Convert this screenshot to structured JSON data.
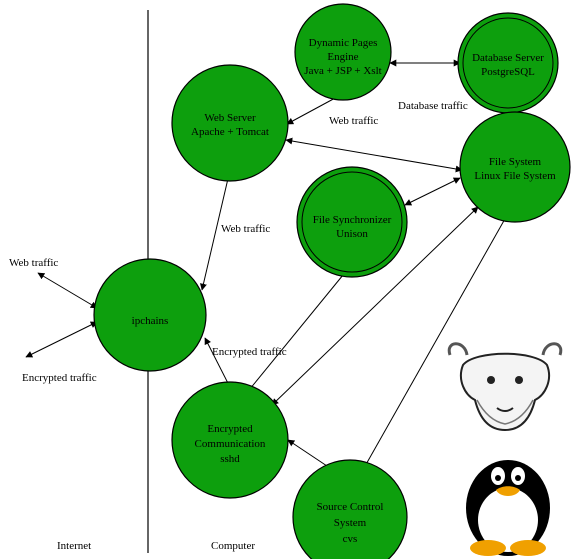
{
  "colors": {
    "node_fill": "#0d9f0d",
    "stroke": "#000000",
    "background": "#ffffff"
  },
  "areas": {
    "internet": "Internet",
    "computer": "Computer"
  },
  "nodes": {
    "dynamic": [
      "Dynamic Pages",
      "Engine",
      "Java + JSP + Xslt"
    ],
    "database": [
      "Database Server",
      "PostgreSQL"
    ],
    "webserver": [
      "Web Server",
      "Apache + Tomcat"
    ],
    "filesystem": [
      "File System",
      "Linux File System"
    ],
    "filesync": [
      "File Synchronizer",
      "Unison"
    ],
    "ipchains": [
      "ipchains"
    ],
    "encrypted": [
      "Encrypted",
      "Communication",
      "sshd"
    ],
    "sourcecontrol": [
      "Source Control",
      "System",
      "cvs"
    ]
  },
  "edge_labels": {
    "database_traffic": "Database traffic",
    "web_traffic_top": "Web traffic",
    "web_traffic_mid": "Web traffic",
    "web_traffic_left": "Web traffic",
    "encrypted_traffic_left": "Encrypted traffic",
    "encrypted_traffic_mid": "Encrypted traffic"
  },
  "images": {
    "gnu": "gnu-head-icon",
    "tux": "tux-penguin-icon"
  }
}
